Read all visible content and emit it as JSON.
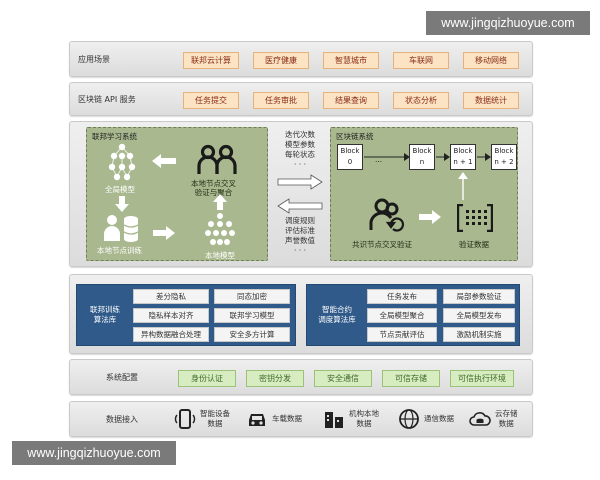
{
  "watermark": "www.jingqizhuoyue.com",
  "app_layer": {
    "label": "应用场景",
    "items": [
      "联邦云计算",
      "医疗健康",
      "智慧城市",
      "车联网",
      "移动网络"
    ]
  },
  "api_layer": {
    "label": "区块链 API 服务",
    "items": [
      "任务提交",
      "任务审批",
      "结果查询",
      "状态分析",
      "数据统计"
    ]
  },
  "fl_system": {
    "title": "联邦学习系统",
    "global_model": "全局模型",
    "local_train": "本地节点训练",
    "local_model": "本地模型",
    "cross_verify": [
      "本地节点交叉",
      "验证与聚合"
    ]
  },
  "exchange": {
    "up": [
      "迭代次数",
      "模型参数",
      "每轮状态",
      "· · ·"
    ],
    "down": [
      "调度规则",
      "评估标准",
      "声誉数值",
      "· · ·"
    ]
  },
  "bc_system": {
    "title": "区块链系统",
    "blocks": [
      {
        "name": "Block",
        "index": "0"
      },
      {
        "name": "Block",
        "index": "n"
      },
      {
        "name": "Block",
        "index": "n + 1"
      },
      {
        "name": "Block",
        "index": "n + 2"
      }
    ],
    "ellipsis": "...",
    "consensus": "共识节点交叉验证",
    "verify_data": "验证数据"
  },
  "fl_algo": {
    "label": [
      "联邦训练",
      "算法库"
    ],
    "items": [
      "差分隐私",
      "同态加密",
      "隐私样本对齐",
      "联邦学习模型",
      "异构数据融合处理",
      "安全多方计算"
    ]
  },
  "sc_algo": {
    "label": [
      "智能合约",
      "调度算法库"
    ],
    "items": [
      "任务发布",
      "局部参数验证",
      "全局模型聚合",
      "全局模型发布",
      "节点贡献评估",
      "激励机制实施"
    ]
  },
  "sys_config": {
    "label": "系统配置",
    "items": [
      "身份认证",
      "密钥分发",
      "安全通信",
      "可信存储",
      "可信执行环境"
    ]
  },
  "data_access": {
    "label": "数据接入",
    "items": [
      {
        "icon": "smart-device-icon",
        "text": [
          "智能设备",
          "数据"
        ]
      },
      {
        "icon": "car-icon",
        "text": [
          "车载数据"
        ]
      },
      {
        "icon": "building-icon",
        "text": [
          "机构本地",
          "数据"
        ]
      },
      {
        "icon": "network-icon",
        "text": [
          "通信数据"
        ]
      },
      {
        "icon": "cloud-storage-icon",
        "text": [
          "云存储",
          "数据"
        ]
      }
    ]
  }
}
